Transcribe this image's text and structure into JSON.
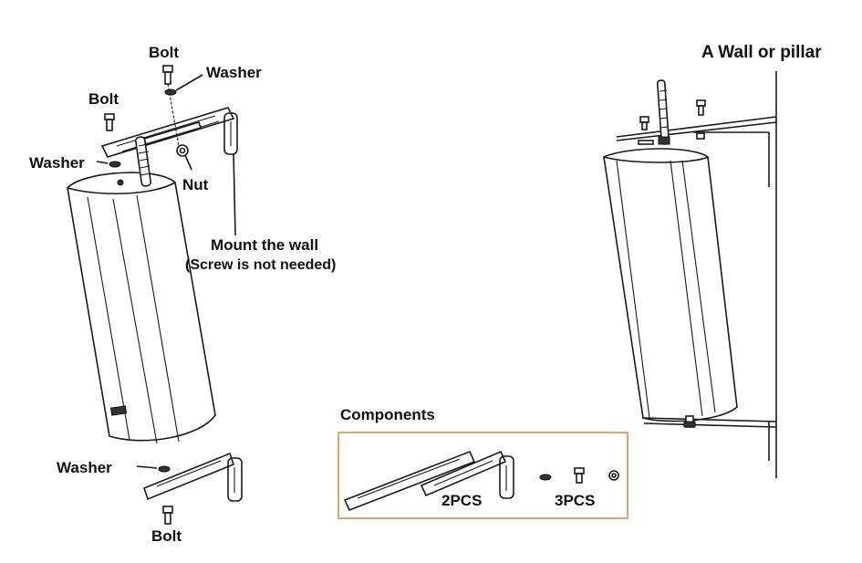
{
  "labels": {
    "bolt_top": "Bolt",
    "washer_top": "Washer",
    "bolt_left": "Bolt",
    "washer_left": "Washer",
    "nut": "Nut",
    "mount_the_wall": "Mount the wall",
    "screw_not_needed": "(Screw is not needed)",
    "washer_bottom": "Washer",
    "bolt_bottom": "Bolt",
    "wall_or_pillar": "A Wall or pillar",
    "components": "Components",
    "brackets_qty": "2PCS",
    "hardware_qty": "3PCS"
  },
  "colors": {
    "line": "#1a1a1a",
    "components_border": "#e2a66d",
    "background": "#ffffff"
  }
}
